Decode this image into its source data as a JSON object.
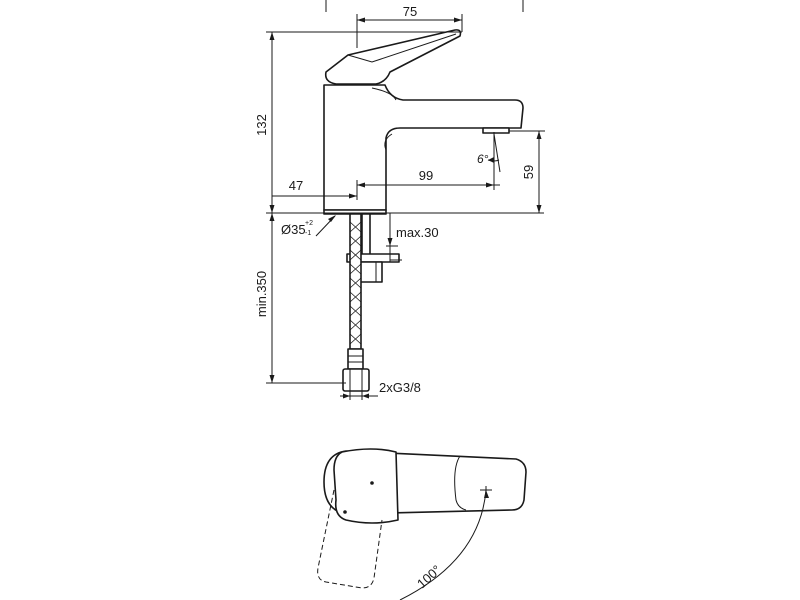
{
  "dimensions": {
    "handle_width": "75",
    "total_height": "132",
    "base_offset": "47",
    "spout_reach": "99",
    "spout_height": "59",
    "spout_angle": "6°",
    "base_diameter": "Ø35",
    "base_diameter_tol_upper": "+2",
    "base_diameter_tol_lower": "-1",
    "countertop_thickness": "max.30",
    "hose_length": "min.350",
    "connection": "2xG3/8",
    "rotation_angle": "100°"
  }
}
